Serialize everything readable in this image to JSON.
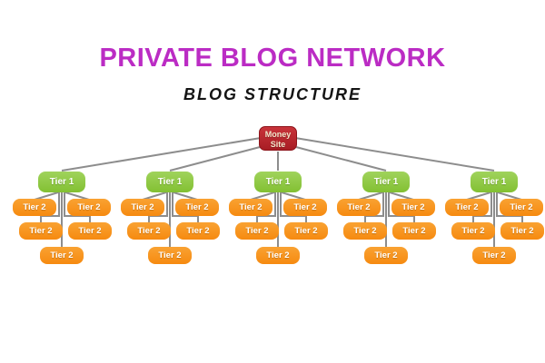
{
  "header": {
    "title": "PRIVATE BLOG NETWORK",
    "subtitle": "BLOG STRUCTURE"
  },
  "colors": {
    "title_text": "#bb2cc4",
    "subtitle_text": "#141414",
    "money_site_box": "#b02026",
    "tier1_box": "#8cc63f",
    "tier2_box": "#f7941e",
    "connector_line": "#8d8d8d",
    "background": "#ffffff"
  },
  "diagram": {
    "root": {
      "label_line1": "Money",
      "label_line2": "Site"
    },
    "clusters": [
      {
        "tier1": "Tier 1",
        "tier2": [
          "Tier 2",
          "Tier 2",
          "Tier 2",
          "Tier 2",
          "Tier 2"
        ]
      },
      {
        "tier1": "Tier 1",
        "tier2": [
          "Tier 2",
          "Tier 2",
          "Tier 2",
          "Tier 2",
          "Tier 2"
        ]
      },
      {
        "tier1": "Tier 1",
        "tier2": [
          "Tier 2",
          "Tier 2",
          "Tier 2",
          "Tier 2",
          "Tier 2"
        ]
      },
      {
        "tier1": "Tier 1",
        "tier2": [
          "Tier 2",
          "Tier 2",
          "Tier 2",
          "Tier 2",
          "Tier 2"
        ]
      },
      {
        "tier1": "Tier 1",
        "tier2": [
          "Tier 2",
          "Tier 2",
          "Tier 2",
          "Tier 2",
          "Tier 2"
        ]
      }
    ]
  }
}
